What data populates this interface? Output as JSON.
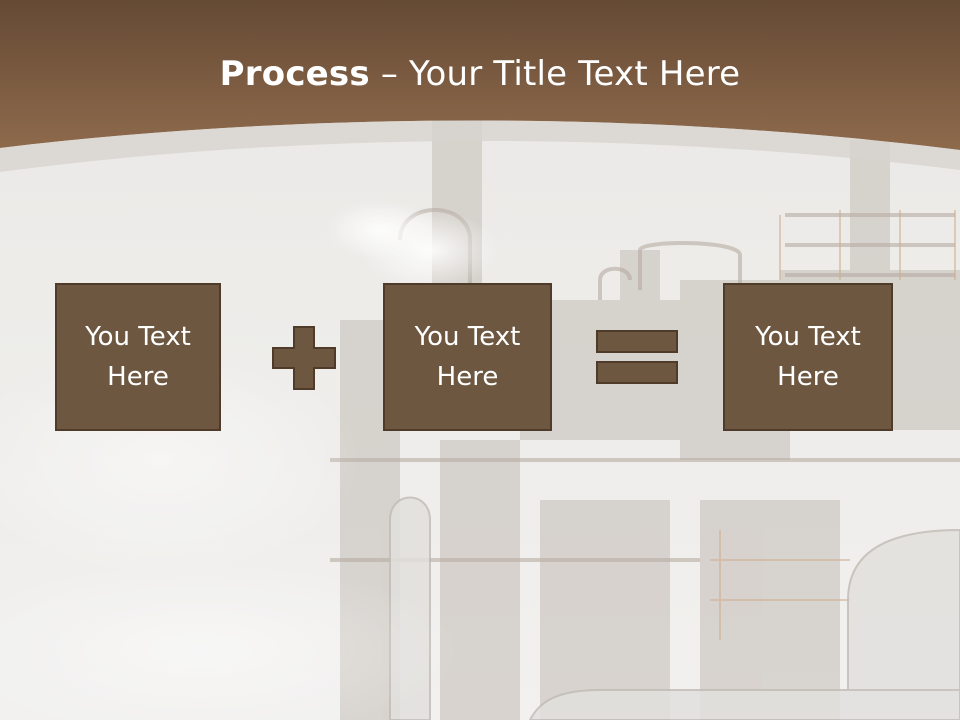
{
  "slide": {
    "title_bold": "Process",
    "title_dash": " – ",
    "title_rest": "Your Title Text Here"
  },
  "boxes": [
    {
      "label": "You Text Here"
    },
    {
      "label": "You Text Here"
    },
    {
      "label": "You Text Here"
    }
  ],
  "operators": [
    "plus-icon",
    "equals-icon"
  ],
  "colors": {
    "header_brown": "#7b5c42",
    "box_fill": "#6e5741",
    "box_border": "#4f3b29",
    "background": "#ecebe8"
  }
}
